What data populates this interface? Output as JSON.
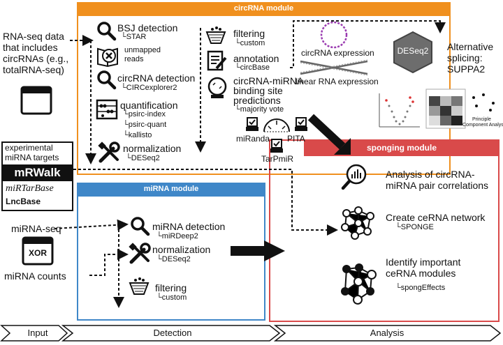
{
  "colors": {
    "circrna": "#f0901e",
    "mirna": "#3f87c8",
    "sponging": "#d94a4a",
    "icon": "#1a1a1a"
  },
  "circrna_module": {
    "title": "circRNA module",
    "bsj": {
      "label": "BSJ detection",
      "tool": "STAR",
      "note_line1": "unmapped",
      "note_line2": "reads",
      "icon": "magnifier-icon"
    },
    "circ_detection": {
      "label": "circRNA detection",
      "tool": "CIRCexplorer2"
    },
    "quantification": {
      "label": "quantification",
      "tools": [
        "psirc-index",
        "psirc-quant",
        "kallisto"
      ],
      "icon": "abacus-icon"
    },
    "normalization": {
      "label": "normalization",
      "tool": "DESeq2",
      "icon": "tools-icon"
    },
    "filtering": {
      "label": "filtering",
      "tool": "custom",
      "icon": "sieve-icon"
    },
    "annotation": {
      "label": "annotation",
      "tool": "circBase"
    },
    "binding": {
      "line1": "circRNA-miRNA",
      "line2": "binding site",
      "line3": "predictions",
      "vote": "majority vote"
    },
    "predictors": {
      "miranda": "miRanda",
      "pita": "PITA",
      "tarpmir": "TarPmiR"
    },
    "circ_expression": "circRNA expression",
    "linear_expression": "linear RNA expression",
    "deseq_logo": "DESeq2",
    "alt_line1": "Alternative",
    "alt_line2": "splicing:",
    "alt_line3": "SUPPA2",
    "pca_caption_1": "Principle",
    "pca_caption_2": "Component Analysis"
  },
  "inputs": {
    "rnaseq_line1": "RNA-seq data",
    "rnaseq_line2": "that includes",
    "rnaseq_line3": "circRNAs (e.g.,",
    "rnaseq_line4": "totalRNA-seq)",
    "targets_line1": "experimental",
    "targets_line2": "miRNA targets",
    "mirwalk": "mRWalk",
    "mirtarbase": "miRTarBase",
    "lncbase": "LncBase",
    "mirnaseq": "miRNA-seq",
    "mirna_counts": "miRNA counts",
    "xor": "XOR"
  },
  "mirna_module": {
    "title": "miRNA module",
    "detection": {
      "label": "miRNA detection",
      "tool": "miRDeep2"
    },
    "normalization": {
      "label": "normalization",
      "tool": "DESeq2"
    },
    "filtering": {
      "label": "filtering",
      "tool": "custom"
    }
  },
  "sponging_module": {
    "title": "sponging module",
    "analysis_line1": "Analysis of circRNA-",
    "analysis_line2": "miRNA pair correlations",
    "network_label": "Create ceRNA network",
    "network_tool": "SPONGE",
    "modules_line1": "Identify important",
    "modules_line2": "ceRNA modules",
    "modules_tool": "spongEffects"
  },
  "stages": [
    "Input",
    "Detection",
    "Analysis"
  ]
}
